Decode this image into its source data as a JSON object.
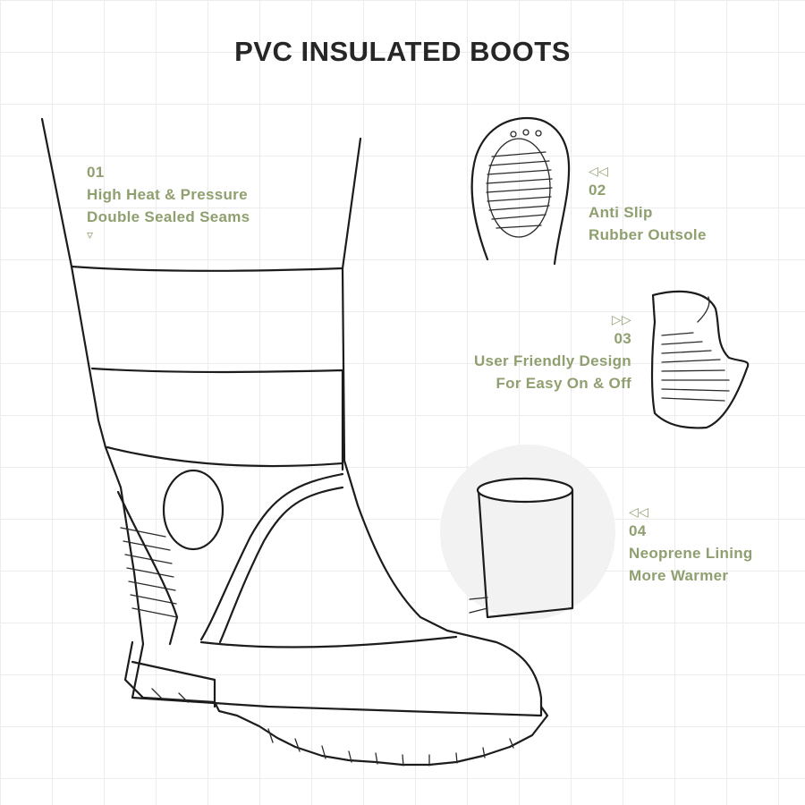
{
  "title": "PVC INSULATED BOOTS",
  "accent_color": "#8f9f6f",
  "features": [
    {
      "number": "01",
      "line1": "High Heat & Pressure",
      "line2": "Double Sealed Seams",
      "arrow_icon": "chevron-down-icon"
    },
    {
      "number": "02",
      "line1": "Anti Slip",
      "line2": "Rubber Outsole",
      "arrow_icon": "chevron-left-icon"
    },
    {
      "number": "03",
      "line1": "User Friendly Design",
      "line2": "For Easy On & Off",
      "arrow_icon": "chevron-right-icon"
    },
    {
      "number": "04",
      "line1": "Neoprene Lining",
      "line2": "More Warmer",
      "arrow_icon": "chevron-left-icon"
    }
  ]
}
